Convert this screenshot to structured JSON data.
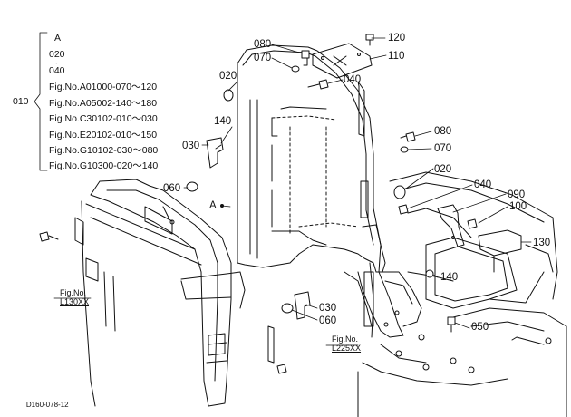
{
  "assembly": {
    "parent_number": "010",
    "ref_lines": [
      "A",
      "020",
      "~",
      "040",
      "Fig.No.A01000-070～120",
      "Fig.No.A05002-140～180",
      "Fig.No.C30102-010～030",
      "Fig.No.E20102-010～150",
      "Fig.No.G10102-030～080",
      "Fig.No.G10300-020～140"
    ]
  },
  "part_labels": {
    "p080_top": "080",
    "p070_top": "070",
    "p020_left": "020",
    "p040_top": "040",
    "p120": "120",
    "p110": "110",
    "p140_left": "140",
    "p030_left": "030",
    "p060_left": "060",
    "p080_right": "080",
    "p070_right": "070",
    "p020_right": "020",
    "p040_right": "040",
    "p090": "090",
    "p100": "100",
    "p130": "130",
    "p140_bottom": "140",
    "p030_bottom": "030",
    "p060_bottom": "060",
    "p050": "050",
    "ref_A": "A"
  },
  "fig_refs": {
    "left": {
      "word": "Fig.No.",
      "code": "L130XX"
    },
    "right": {
      "word": "Fig.No.",
      "code": "L225XX"
    }
  },
  "drawing_code": "TD160-078-12"
}
